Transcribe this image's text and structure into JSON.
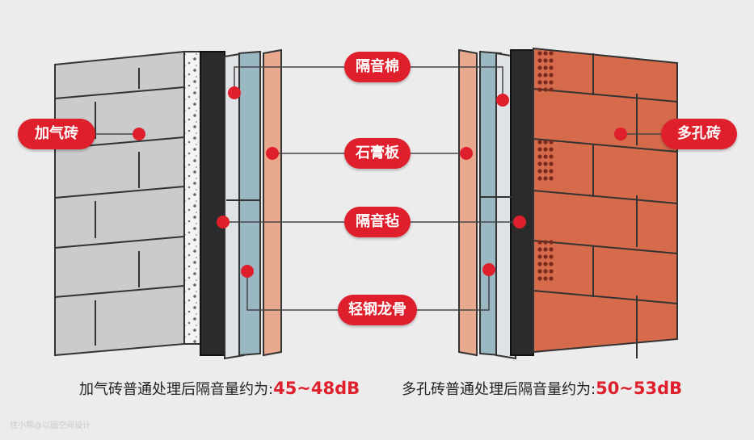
{
  "labels": {
    "left_material": "加气砖",
    "right_material": "多孔砖",
    "layers": [
      "隔音棉",
      "石膏板",
      "隔音毡",
      "轻钢龙骨"
    ]
  },
  "captions": {
    "left_text": "加气砖普通处理后隔音量约为:",
    "left_value": "45~48dB",
    "right_text": "多孔砖普通处理后隔音量约为:",
    "right_value": "50~53dB"
  },
  "watermark": "住小帮@以圆空间设计",
  "colors": {
    "accent": "#df1f2b",
    "aerated_block": "#c9cbcd",
    "perforated_brick": "#d56b4b",
    "felt": "#2b2b2b",
    "wool_panel": "#9ab8c2",
    "gypsum_board": "#e9a98f",
    "background": "#ececec"
  }
}
